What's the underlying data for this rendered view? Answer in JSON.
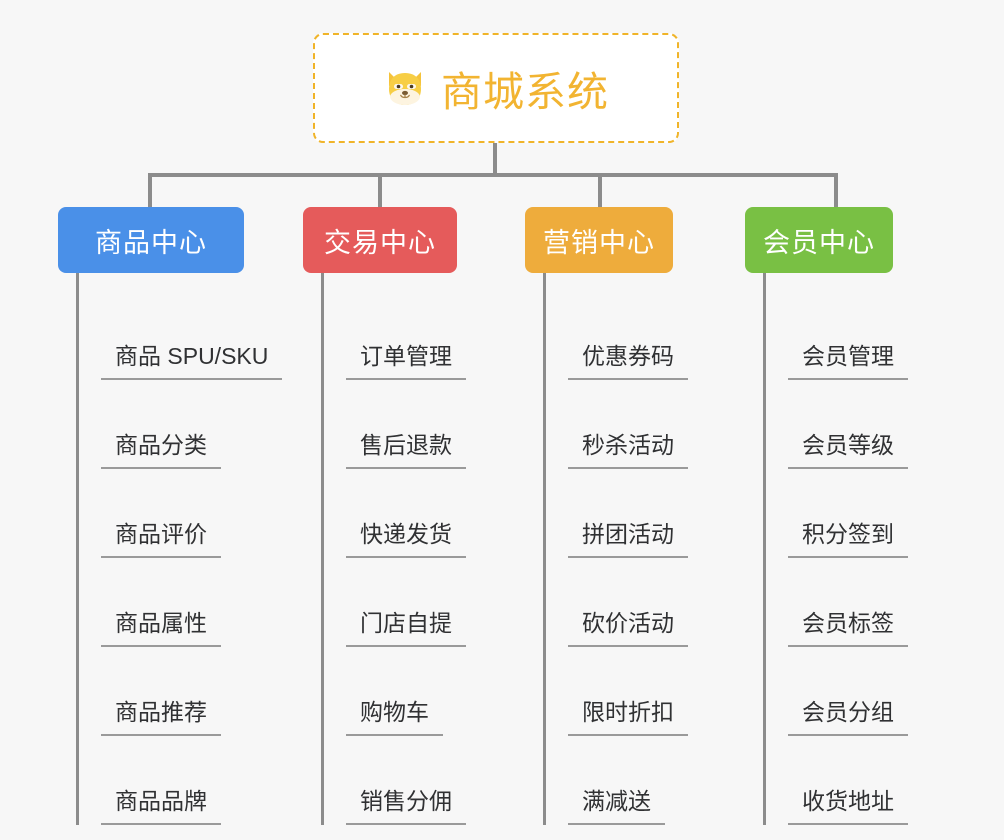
{
  "root": {
    "title": "商城系统",
    "icon": "shiba-inu-emoji",
    "border_color": "#f0b429",
    "text_color": "#f2b431",
    "background": "#ffffff"
  },
  "canvas": {
    "background": "#f7f7f7",
    "connector_color": "#8c8c8c"
  },
  "columns": [
    {
      "id": "product-center",
      "label": "商品中心",
      "color": "#4a90e8",
      "items": [
        "商品 SPU/SKU",
        "商品分类",
        "商品评价",
        "商品属性",
        "商品推荐",
        "商品品牌"
      ]
    },
    {
      "id": "trade-center",
      "label": "交易中心",
      "color": "#e55b5b",
      "items": [
        "订单管理",
        "售后退款",
        "快递发货",
        "门店自提",
        "购物车",
        "销售分佣"
      ]
    },
    {
      "id": "marketing-center",
      "label": "营销中心",
      "color": "#eeac3c",
      "items": [
        "优惠券码",
        "秒杀活动",
        "拼团活动",
        "砍价活动",
        "限时折扣",
        "满减送"
      ]
    },
    {
      "id": "member-center",
      "label": "会员中心",
      "color": "#79c044",
      "items": [
        "会员管理",
        "会员等级",
        "积分签到",
        "会员标签",
        "会员分组",
        "收货地址"
      ]
    }
  ]
}
